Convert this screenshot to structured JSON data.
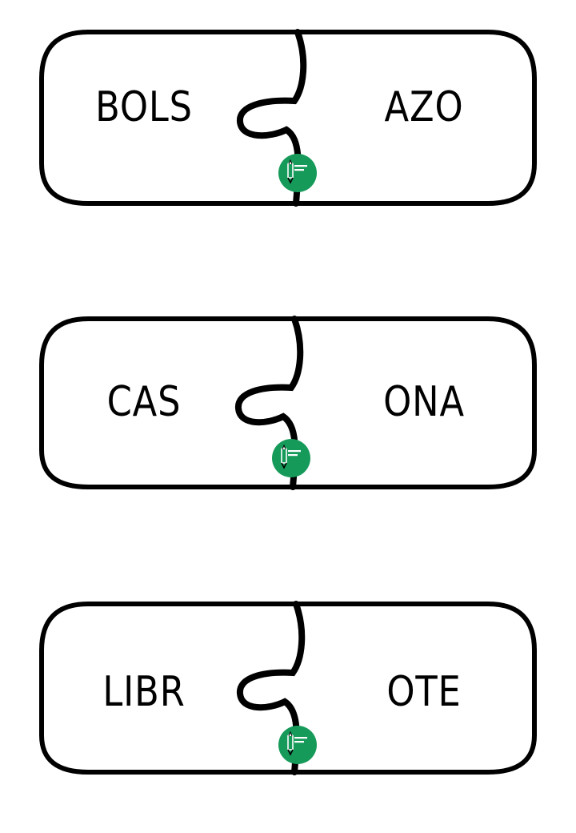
{
  "theme": {
    "ink": "#000000",
    "badge_color": "#169a5a",
    "badge_mark_color": "#ffffff"
  },
  "puzzles": [
    {
      "left": "BOLS",
      "right": "AZO"
    },
    {
      "left": "CAS",
      "right": "ONA"
    },
    {
      "left": "LIBR",
      "right": "OTE"
    }
  ]
}
